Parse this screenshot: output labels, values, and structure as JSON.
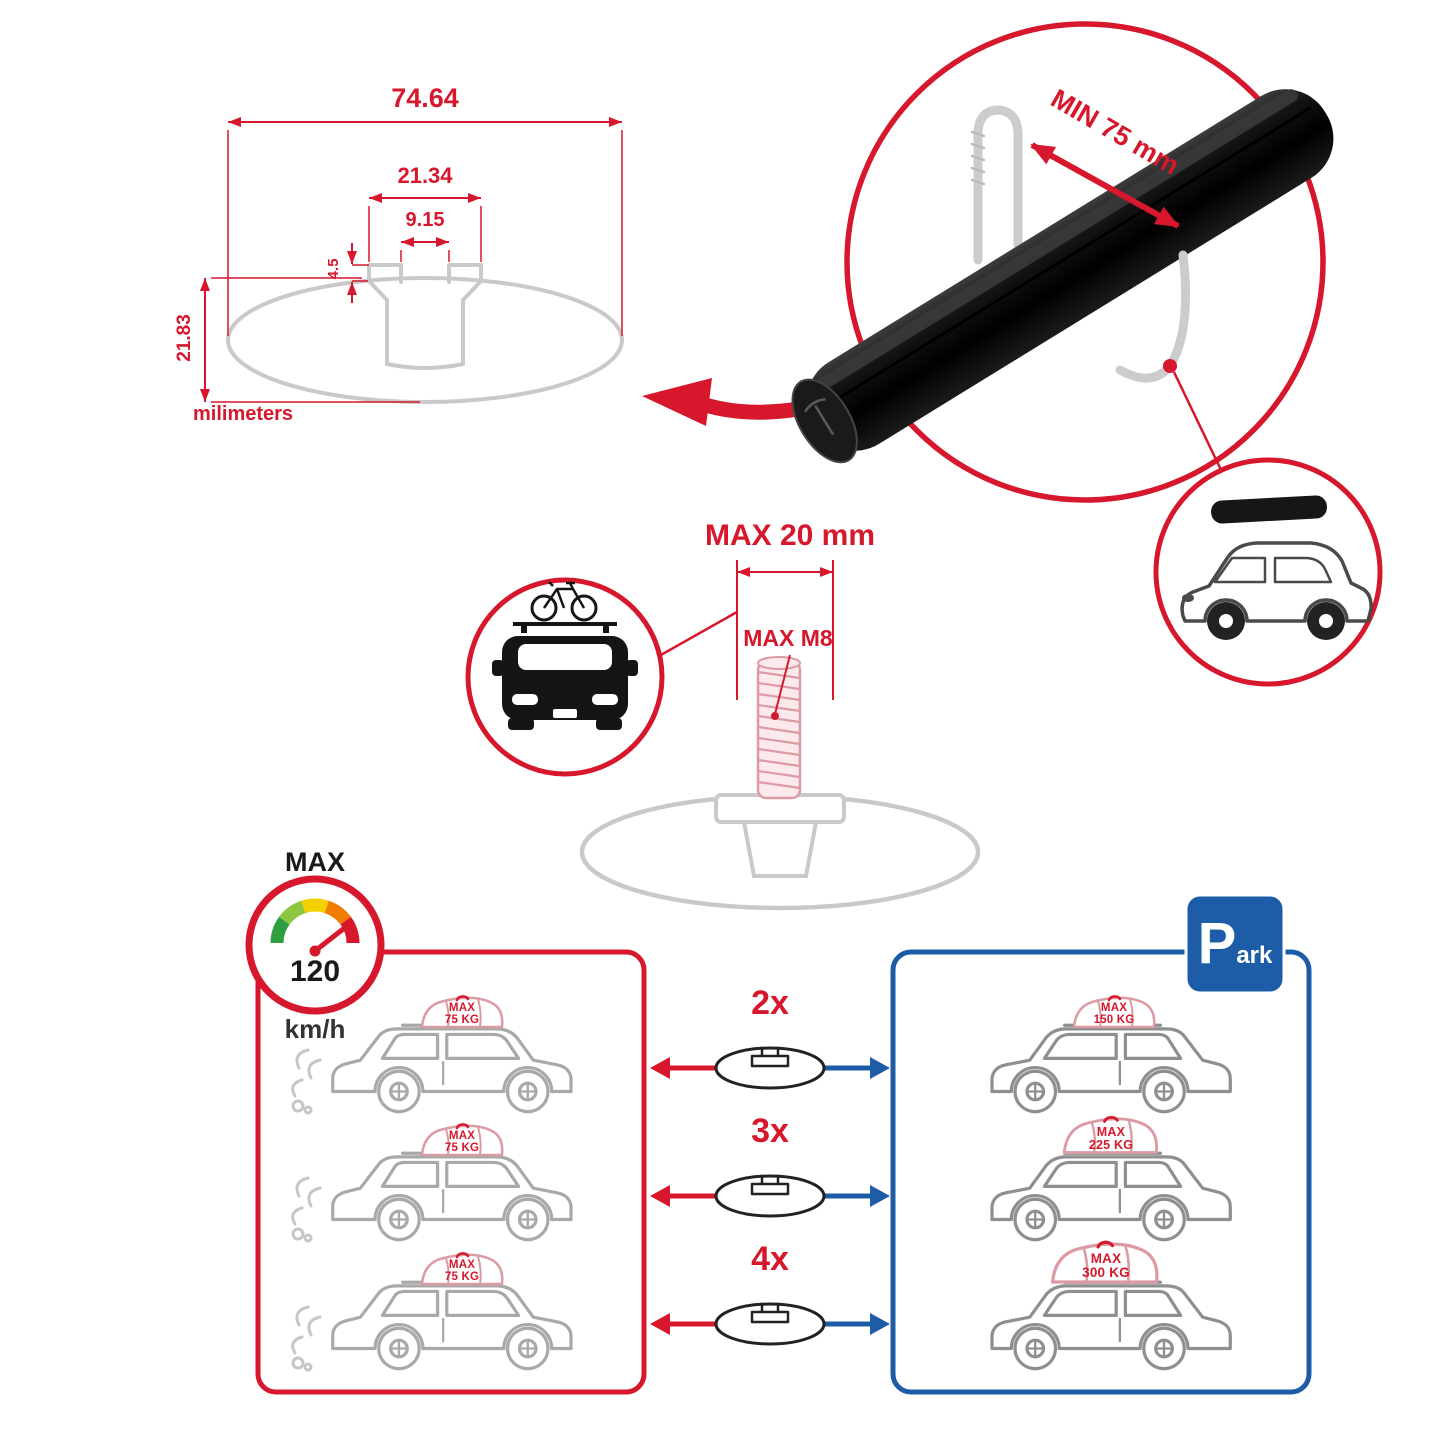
{
  "colors": {
    "accent_red": "#d6172c",
    "accent_blue": "#1d5da8",
    "outline_gray": "#c9c9c9",
    "bar_black": "#111111"
  },
  "dimension_diagram": {
    "total_width": "74.64",
    "channel_width": "21.34",
    "slot_width": "9.15",
    "step_depth": "4.5",
    "total_height": "21.83",
    "units_label": "milimeters"
  },
  "bar_detail": {
    "min_clamp_span": "MIN 75 mm"
  },
  "bolt_detail": {
    "max_length": "MAX 20 mm",
    "max_thread": "MAX M8"
  },
  "speed_limit": {
    "label": "MAX",
    "value": "120",
    "unit": "km/h"
  },
  "driving_panel": {
    "cars": [
      {
        "label": "MAX",
        "weight": "75 KG"
      },
      {
        "label": "MAX",
        "weight": "75 KG"
      },
      {
        "label": "MAX",
        "weight": "75 KG"
      }
    ]
  },
  "parking_panel": {
    "sign_letter": "P",
    "sign_rest": "ark",
    "cars": [
      {
        "label": "MAX",
        "weight": "150 KG"
      },
      {
        "label": "MAX",
        "weight": "225 KG"
      },
      {
        "label": "MAX",
        "weight": "300 KG"
      }
    ]
  },
  "bar_count_options": [
    "2x",
    "3x",
    "4x"
  ]
}
